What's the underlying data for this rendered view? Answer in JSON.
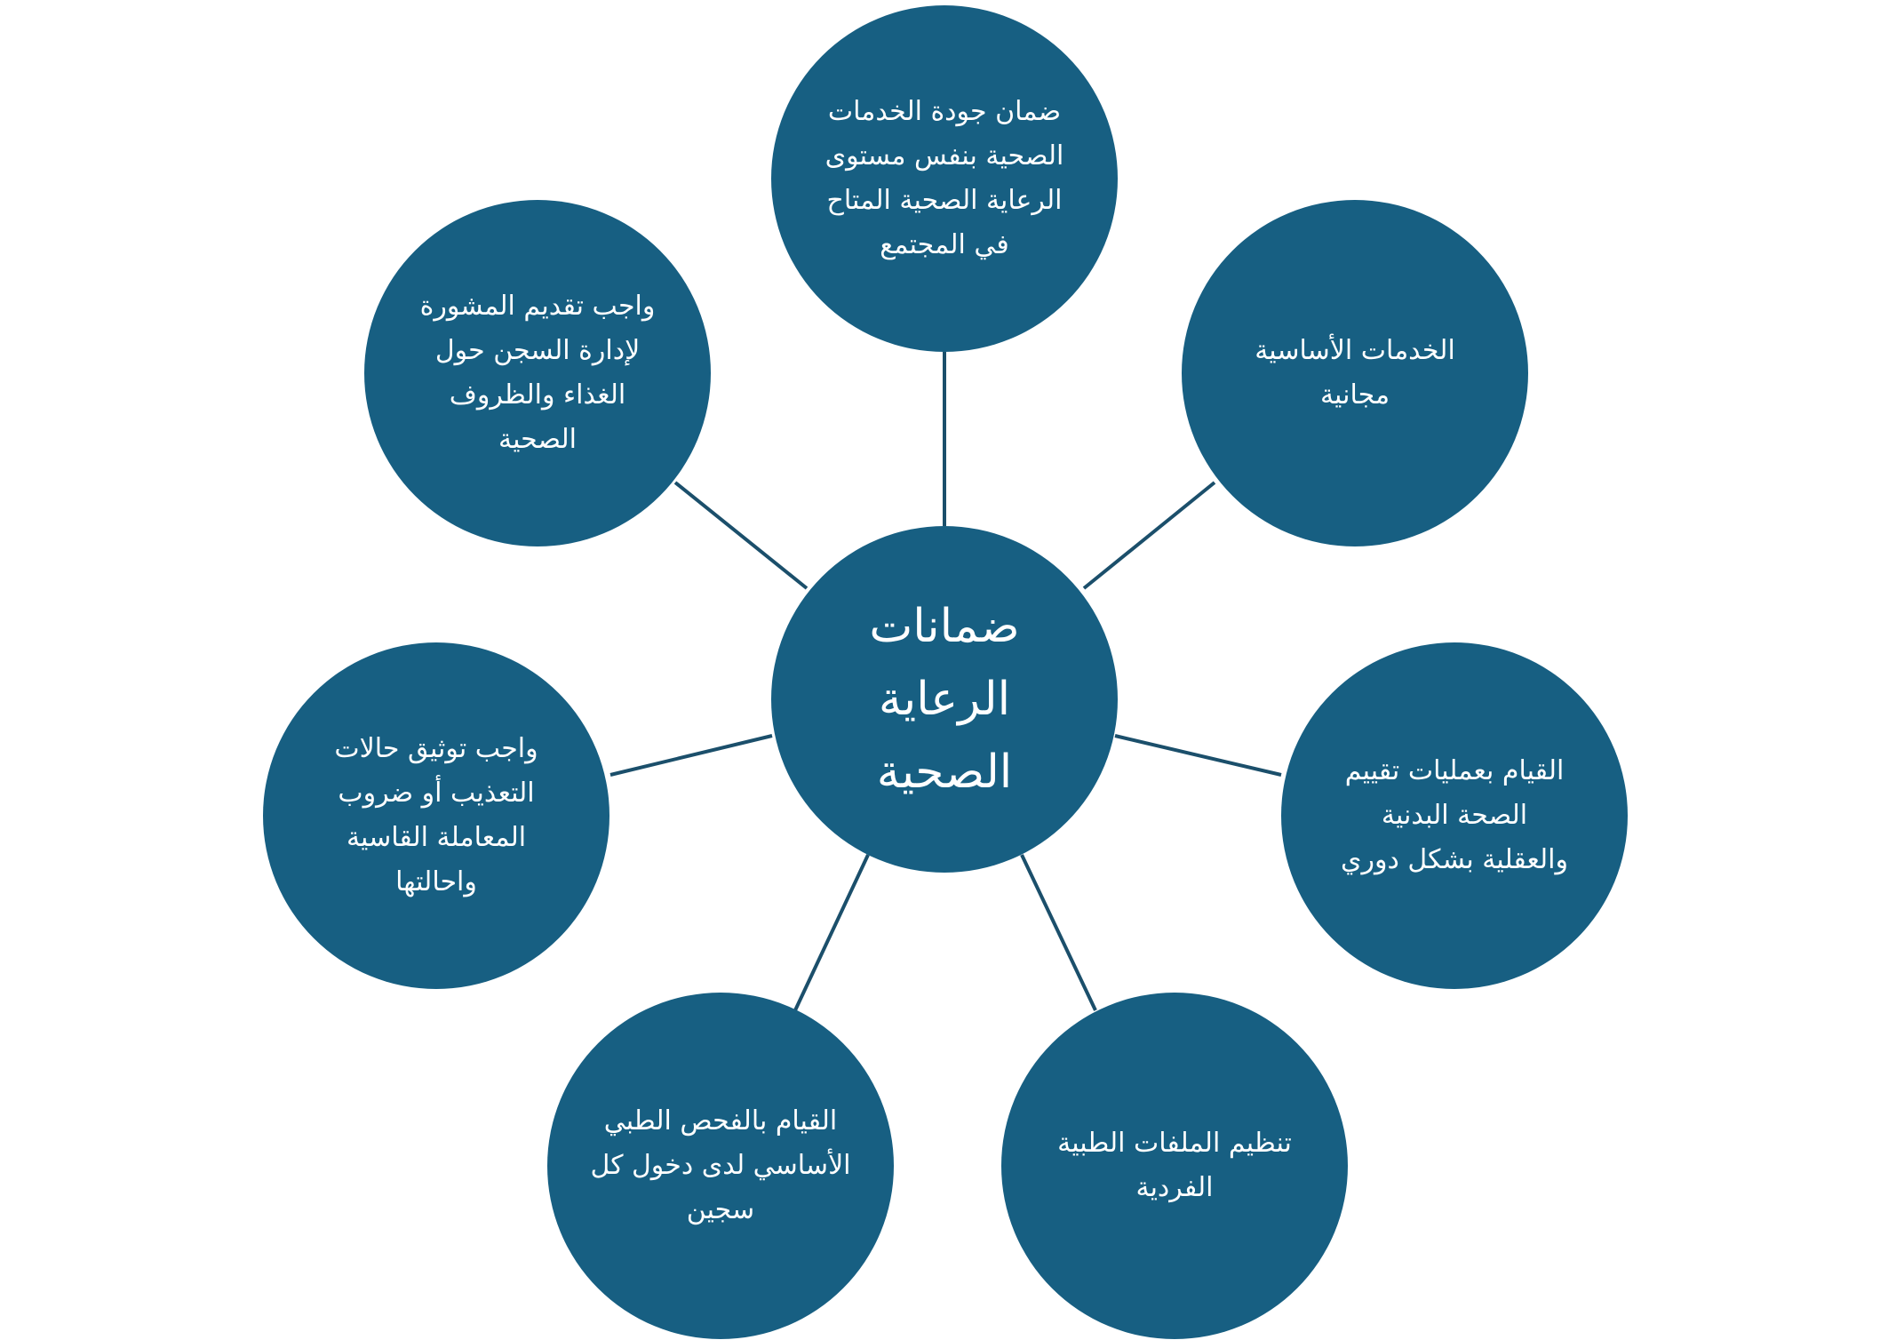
{
  "diagram": {
    "center": {
      "label": "ضمانات\nالرعاية\nالصحية"
    },
    "nodes": [
      {
        "id": "quality",
        "label": "ضمان جودة الخدمات\nالصحية بنفس مستوى\nالرعاية الصحية المتاح\nفي المجتمع"
      },
      {
        "id": "free-services",
        "label": "الخدمات الأساسية\nمجانية"
      },
      {
        "id": "assessment",
        "label": "القيام بعمليات تقييم\nالصحة البدنية\nوالعقلية بشكل دوري"
      },
      {
        "id": "medical-files",
        "label": "تنظيم الملفات الطبية\nالفردية"
      },
      {
        "id": "basic-exam",
        "label": "القيام بالفحص الطبي\nالأساسي لدى دخول كل\nسجين"
      },
      {
        "id": "torture-docs",
        "label": "واجب توثيق حالات\nالتعذيب أو ضروب\nالمعاملة القاسية\nواحالتها"
      },
      {
        "id": "advice",
        "label": "واجب تقديم المشورة\nلإدارة السجن حول\nالغذاء والظروف\nالصحية"
      }
    ]
  },
  "colors": {
    "node_fill": "#175f82",
    "connector": "#1b4f6b",
    "text": "#ffffff",
    "background": "#ffffff"
  }
}
